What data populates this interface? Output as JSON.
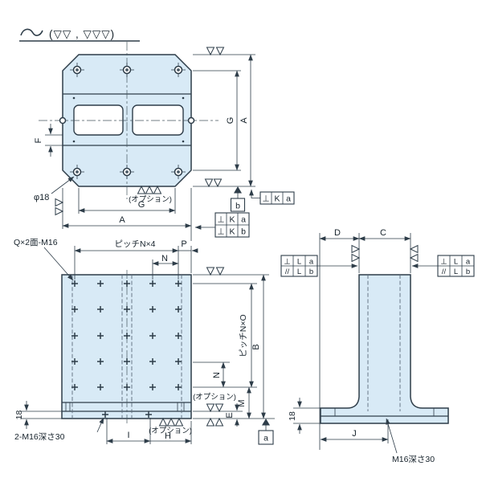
{
  "colors": {
    "line": "#2e3d49",
    "fill": "#d8eaf6",
    "hidden": "#5b6c7c",
    "background": "#ffffff"
  },
  "finish_note": {
    "text": "(▽▽ , ▽▽▽)"
  },
  "shared": {
    "option": "(オプション)"
  },
  "top_view": {
    "dim_A": "A",
    "dim_G": "G",
    "dim_F": "F",
    "hole_callout": "φ18"
  },
  "front_view": {
    "tap_callout": "Q×2面-M16",
    "pitch_h": "ピッチN×4",
    "dim_N": "N",
    "dim_P": "P",
    "dim_B": "B",
    "pitch_v": "ピッチN×O",
    "dim_M": "M",
    "dim_E": "E",
    "base_thickness": "18",
    "base_tap_callout": "2-M16深さ30",
    "dim_I": "I",
    "dim_H": "H",
    "grid": {
      "cols": [
        93,
        125,
        158,
        190,
        222
      ],
      "rows": [
        353,
        385,
        418,
        450,
        482
      ]
    },
    "base_holes": [
      [
        131,
        516
      ],
      [
        185,
        516
      ]
    ]
  },
  "side_view": {
    "dim_D": "D",
    "dim_C": "C",
    "dim_J": "J",
    "tap_callout": "M16深さ30",
    "base_thickness": "18"
  },
  "datums": {
    "a": "a",
    "b": "b"
  },
  "tolerance_frames": {
    "top_single": [
      "⊥",
      "K",
      "a"
    ],
    "top_double": [
      [
        "⊥",
        "K",
        "a"
      ],
      [
        "⊥",
        "K",
        "b"
      ]
    ],
    "side_left": [
      [
        "⊥",
        "L",
        "a"
      ],
      [
        "//",
        "L",
        "b"
      ]
    ],
    "side_right": [
      [
        "⊥",
        "L",
        "a"
      ],
      [
        "//",
        "L",
        "b"
      ]
    ]
  }
}
